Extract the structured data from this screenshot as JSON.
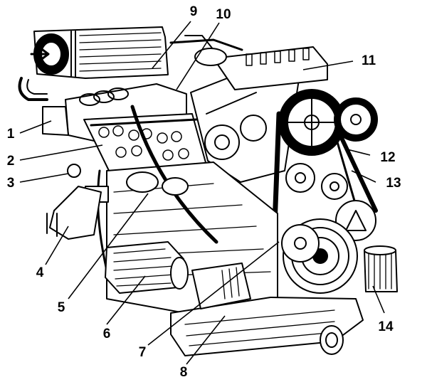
{
  "figure": {
    "ink_color": "#000000",
    "paper_color": "#ffffff",
    "subject_icon": "v6-engine-cutaway-illustration"
  },
  "callouts": [
    {
      "id": "1",
      "label": "1"
    },
    {
      "id": "2",
      "label": "2"
    },
    {
      "id": "3",
      "label": "3"
    },
    {
      "id": "4",
      "label": "4"
    },
    {
      "id": "5",
      "label": "5"
    },
    {
      "id": "6",
      "label": "6"
    },
    {
      "id": "7",
      "label": "7"
    },
    {
      "id": "8",
      "label": "8"
    },
    {
      "id": "9",
      "label": "9"
    },
    {
      "id": "10",
      "label": "10"
    },
    {
      "id": "11",
      "label": "11"
    },
    {
      "id": "12",
      "label": "12"
    },
    {
      "id": "13",
      "label": "13"
    },
    {
      "id": "14",
      "label": "14"
    }
  ]
}
